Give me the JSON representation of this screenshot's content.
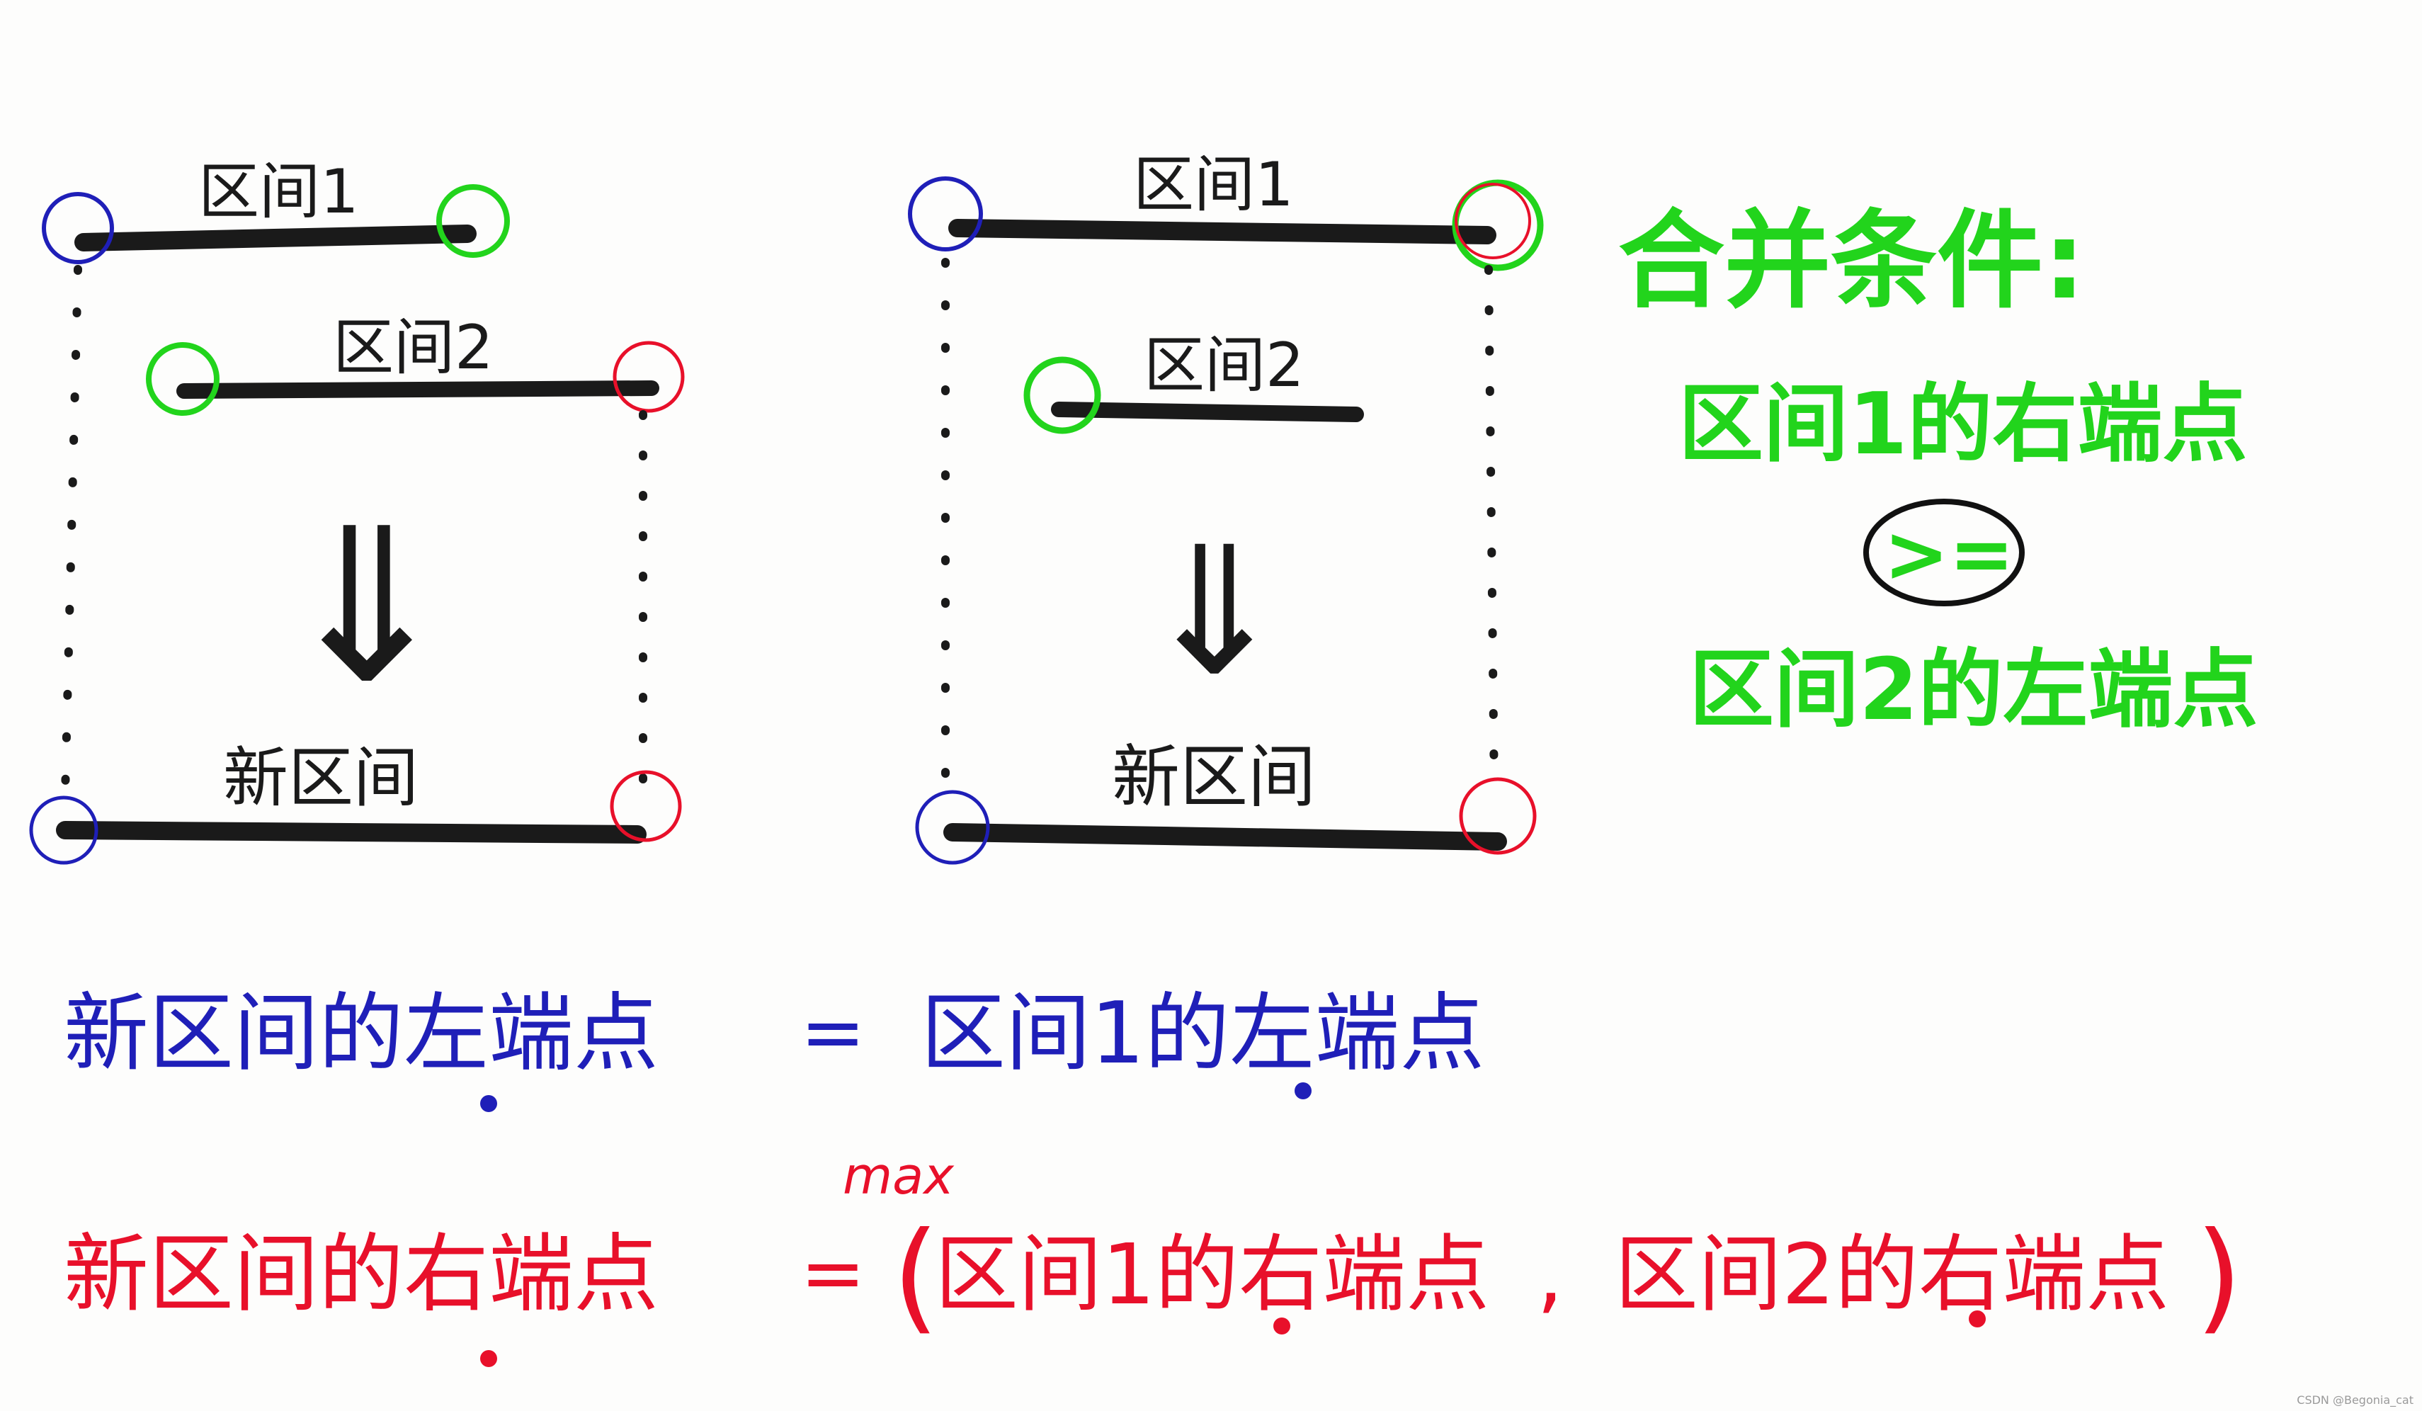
{
  "colors": {
    "ink": "#1a1a1a",
    "blue": "#1f1fb8",
    "green": "#22d41c",
    "red": "#e8102a"
  },
  "left_diagram": {
    "interval1": "区间1",
    "interval2": "区间2",
    "new_interval": "新区间",
    "arrow": "⇓"
  },
  "right_diagram": {
    "interval1": "区间1",
    "interval2": "区间2",
    "new_interval": "新区间",
    "arrow": "⇓"
  },
  "condition": {
    "title": "合并条件:",
    "line1": "区间1的右端点",
    "operator": ">=",
    "line2": "区间2的左端点"
  },
  "formula_blue": {
    "lhs": "新区间的左端点",
    "equals": "=",
    "rhs": "区间1的左端点"
  },
  "formula_red": {
    "lhs": "新区间的右端点",
    "equals": "=",
    "max": "max",
    "open": "(",
    "arg1": "区间1的右端点",
    "comma": ",",
    "arg2": "区间2的右端点",
    "close": ")"
  },
  "watermark": "CSDN @Begonia_cat"
}
